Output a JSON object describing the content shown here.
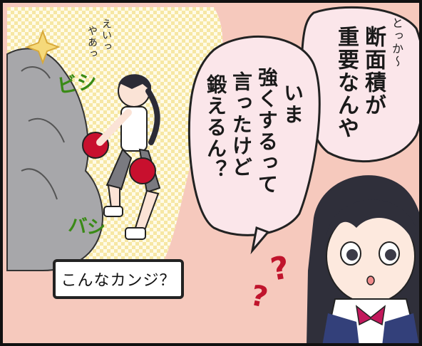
{
  "bubble_main": {
    "aside": "とっか〜",
    "col1": "断面積が",
    "col2": "重要なんや"
  },
  "bubble_question": {
    "col1": "いま",
    "col2": "強くするって",
    "col3": "言ったけど",
    "col4": "鍛えるん？"
  },
  "kid_shout": {
    "col1": "えいっ",
    "col2": "やあっ"
  },
  "sfx": {
    "bishi": "ビシ",
    "bashi": "バシ"
  },
  "caption": "こんなカンジ？",
  "question_marks": [
    "?",
    "?"
  ],
  "colors": {
    "background_pink": "#f6c9bd",
    "dot_pattern": "#f3e08a",
    "glove_red": "#c8102e",
    "bow_magenta": "#c2185b",
    "vest_navy": "#33407a",
    "statue_gray": "#9a9a9c"
  }
}
